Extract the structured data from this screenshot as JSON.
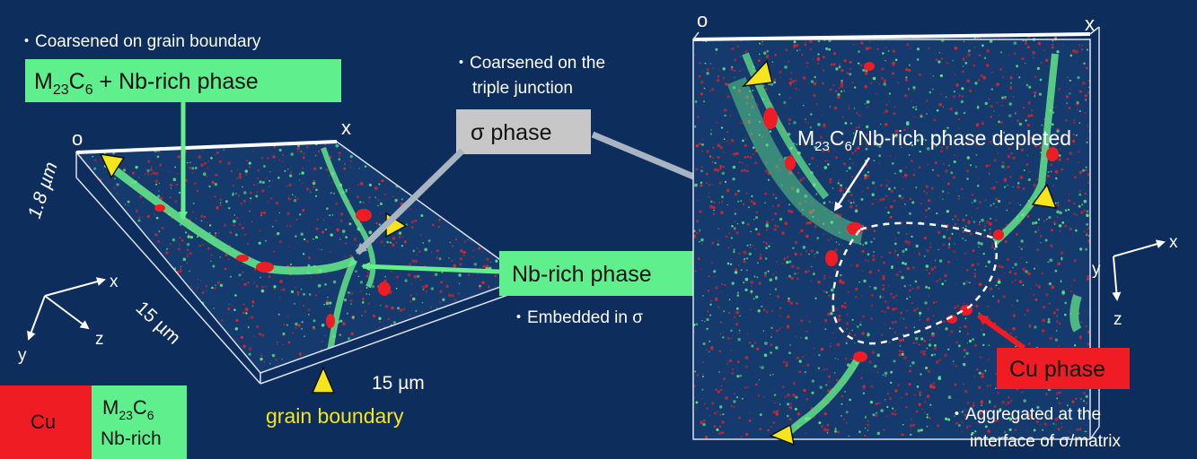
{
  "colors": {
    "background": "#0d2d5c",
    "cu_red": "#ef1c24",
    "nb_green": "#66ee8a",
    "label_green": "#5ff08d",
    "sigma_grey": "#c7c7c7",
    "arrow_grey": "#a9b4c2",
    "marker_yellow": "#f7e51c"
  },
  "left_panel": {
    "note_grain_boundary": "・Coarsened on grain boundary",
    "box_m23c6_nb": {
      "pre": "M",
      "sub1": "23",
      "mid": "C",
      "sub2": "6",
      "post": " + Nb-rich phase"
    },
    "corner_o": "o",
    "corner_x": "x",
    "thickness": "1.8 µm",
    "width_a": "15 µm",
    "width_b": "15 µm",
    "axis_x": "x",
    "axis_y": "y",
    "axis_z": "z",
    "grain_boundary_label": "grain boundary"
  },
  "center": {
    "note_triple": "・Coarsened on the",
    "note_triple_2": "triple junction",
    "sigma_box": "σ phase",
    "nb_rich_box": "Nb-rich phase",
    "embedded_note": "・Embedded in σ"
  },
  "right_panel": {
    "corner_o": "o",
    "corner_x": "x",
    "depleted": {
      "pre": "M",
      "sub1": "23",
      "mid": "C",
      "sub2": "6",
      "post": "/Nb-rich phase depleted"
    },
    "cu_box": "Cu phase",
    "aggregated_1": "・Aggregated at the",
    "aggregated_2": "interface of σ/matrix",
    "axis_x": "x",
    "axis_y": "y",
    "axis_z": "z"
  },
  "legend": {
    "cu": "Cu",
    "m23c6": {
      "pre": "M",
      "sub1": "23",
      "mid": "C",
      "sub2": "6"
    },
    "nb_rich": "Nb-rich"
  }
}
